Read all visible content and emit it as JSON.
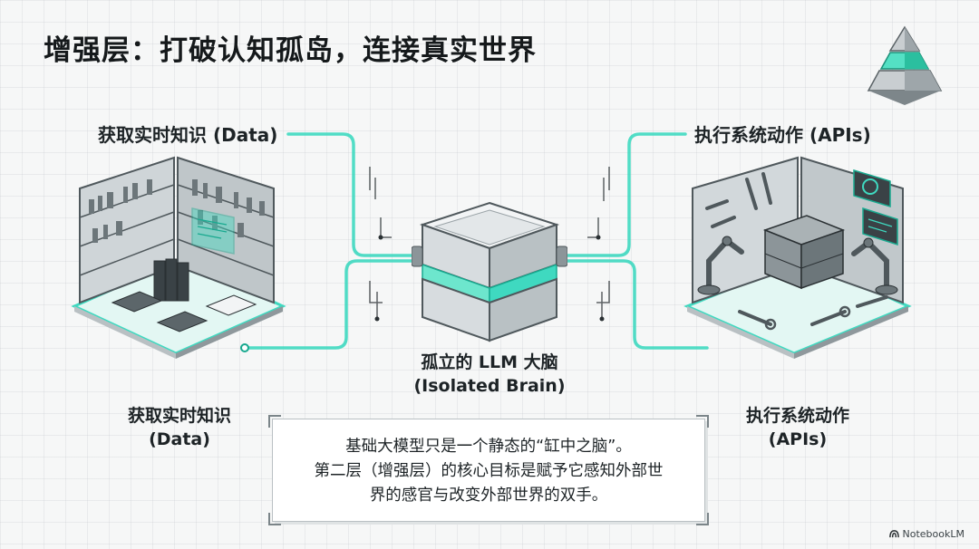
{
  "title": "增强层：打破认知孤岛，连接真实世界",
  "labels": {
    "data_top": "获取实时知识 (Data)",
    "apis_top": "执行系统动作 (APIs)",
    "data_bottom": [
      "获取实时知识",
      "(Data)"
    ],
    "apis_bottom": [
      "执行系统动作",
      "(APIs)"
    ],
    "brain": [
      "孤立的 LLM 大脑",
      "(Isolated Brain)"
    ]
  },
  "caption": [
    "基础大模型只是一个静态的“缸中之脑”。",
    "第二层（增强层）的核心目标是赋予它感知外部世",
    "界的感官与改变外部世界的双手。"
  ],
  "watermark": "NotebookLM",
  "colors": {
    "accent": "#3fd9c0",
    "accent_dark": "#18a98f",
    "line_dark": "#2a3033",
    "box_gray": "#dde2e4"
  },
  "icons": {
    "logo": "pyramid-icon",
    "left": "library-bookshelf-icon",
    "center": "cube-brain-icon",
    "right": "robot-workshop-icon",
    "watermark": "notebooklm-icon"
  }
}
